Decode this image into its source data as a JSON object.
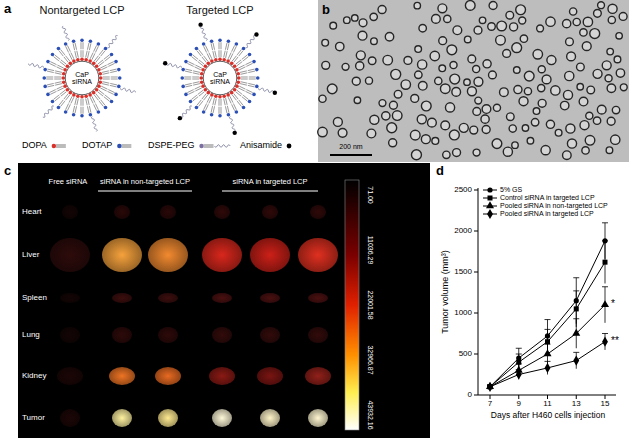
{
  "diagram": {
    "nodes": [
      {
        "text": [
          "Nontargeted LCP",
          "CaP siRNA"
        ]
      },
      {
        "text": [
          "Targeted LCP",
          "CaP siRNA"
        ]
      }
    ],
    "labels": [
      "a",
      "b",
      "c",
      "d",
      "200 nm",
      "Free siRNA",
      "siRNA in non-targeted LCP",
      "siRNA in targeted LCP",
      "Heart",
      "Liver",
      "Spleen",
      "Lung",
      "Kidney",
      "Tumor",
      "71.00",
      "11036.29",
      "22001.58",
      "32966.87",
      "43932.16",
      "2500",
      "2000",
      "1500",
      "1000",
      "500",
      "0",
      "7",
      "9",
      "11",
      "13",
      "15",
      "Tumor volume (mm³)",
      "Days after H460 cells injection",
      "*",
      "**"
    ],
    "legend": [
      {
        "text": "DOPA"
      },
      {
        "text": "DOTAP"
      },
      {
        "text": "DSPE-PEG"
      },
      {
        "text": "Anisamide"
      },
      {
        "text": "5% GS"
      },
      {
        "text": "Control siRNA in targeted LCP"
      },
      {
        "text": "Pooled siRNA in non-targeted LCP"
      },
      {
        "text": "Pooled siRNA in targeted LCP"
      }
    ]
  }
}
